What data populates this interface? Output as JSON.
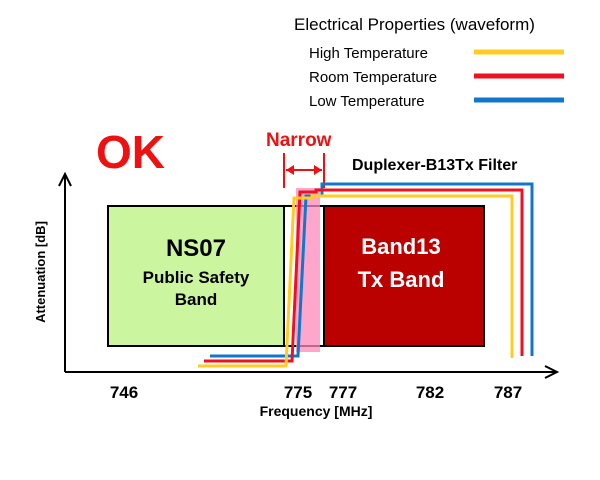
{
  "legend": {
    "title": "Electrical Properties (waveform)",
    "items": [
      {
        "label": "High Temperature",
        "color": "#ffcc22"
      },
      {
        "label": "Room Temperature",
        "color": "#ee1122"
      },
      {
        "label": "Low Temperature",
        "color": "#1177cc"
      }
    ]
  },
  "status": {
    "label": "OK",
    "color": "#ee1111"
  },
  "narrow_label": "Narrow",
  "filter_label": "Duplexer-B13Tx Filter",
  "ns07": {
    "line1": "NS07",
    "line2": "Public Safety",
    "line3": "Band",
    "color": "#ccf5a0"
  },
  "band13": {
    "line1": "Band13",
    "line2": "Tx Band",
    "color": "#bb0000"
  },
  "axes": {
    "ylabel": "Attenuation [dB]",
    "xlabel": "Frequency [MHz]"
  },
  "ticks": [
    "746",
    "775",
    "777",
    "782",
    "787"
  ]
}
